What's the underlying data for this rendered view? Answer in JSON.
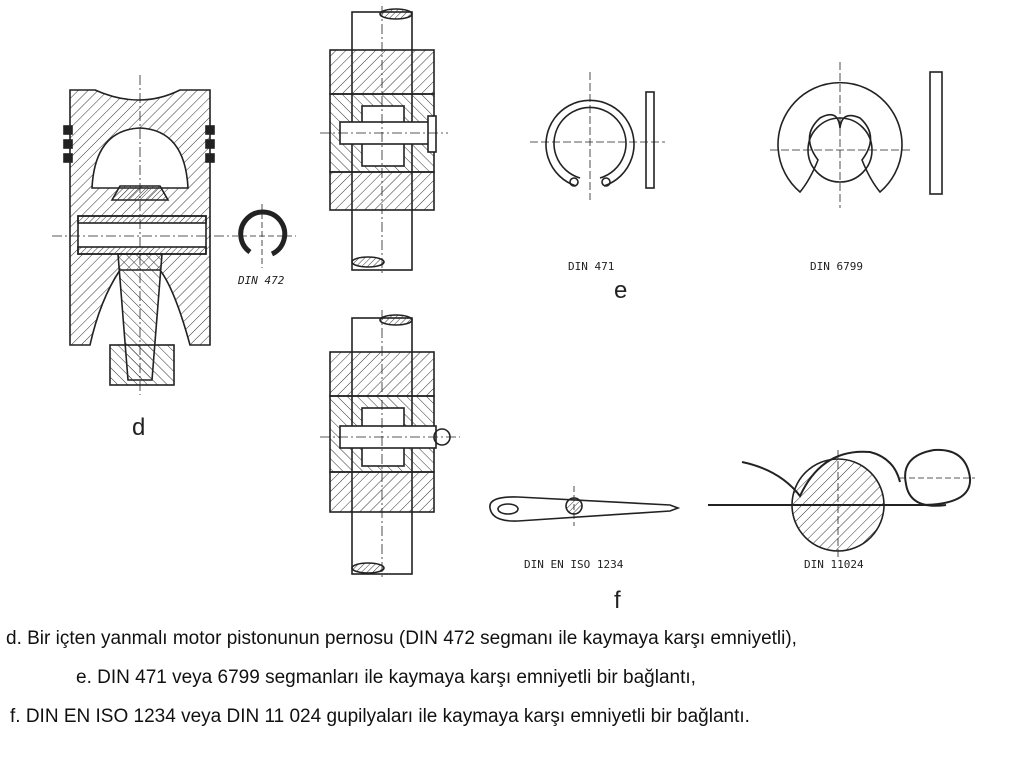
{
  "labels": {
    "d": "d",
    "e": "e",
    "f": "f",
    "din472": "DIN 472",
    "din471": "DIN 471",
    "din6799": "DIN 6799",
    "din_en_iso_1234": "DIN EN ISO 1234",
    "din11024": "DIN 11024"
  },
  "captions": {
    "d": "d. Bir içten yanmalı motor pistonunun pernosu (DIN 472 segmanı ile kaymaya karşı emniyetli),",
    "e": "e. DIN 471 veya 6799 segmanları  ile kaymaya karşı emniyetli bir bağlantı,",
    "f": "f. DIN EN ISO 1234 veya  DIN 11 024 gupilyaları ile kaymaya karşı emniyetli bir bağlantı."
  }
}
